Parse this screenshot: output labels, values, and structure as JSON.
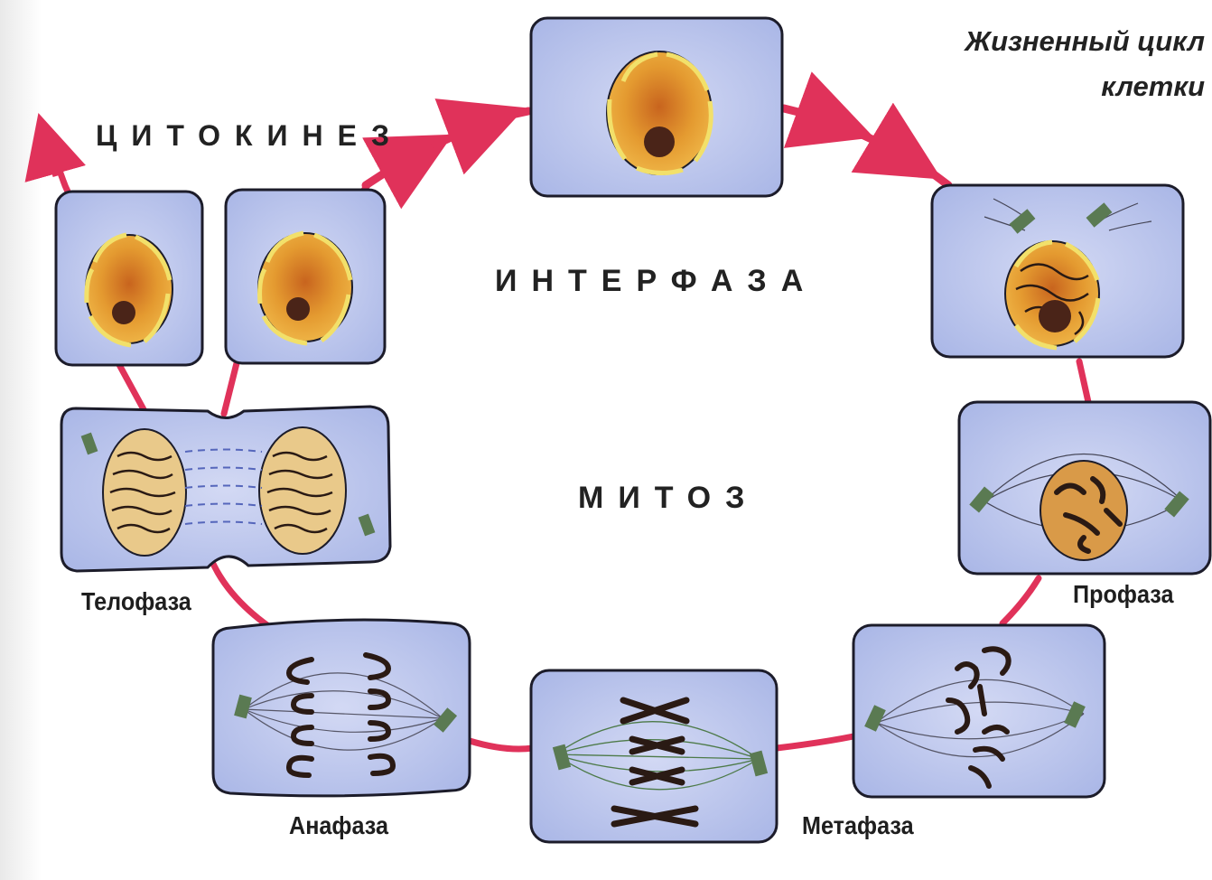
{
  "title": {
    "line1": "Жизненный цикл",
    "line2": "клетки"
  },
  "stages": {
    "cytokinesis": "ЦИТОКИНЕЗ",
    "interphase": "ИНТЕРФАЗА",
    "mitosis": "МИТОЗ"
  },
  "phases": {
    "telophase": "Телофаза",
    "anaphase": "Анафаза",
    "metaphase": "Метафаза",
    "prophase": "Профаза"
  },
  "colors": {
    "arrow": "#e0325a",
    "cell_fill": "#bfc9ee",
    "cell_stroke": "#1c1c2a",
    "nucleus_fill": "#e39a2c",
    "nucleus_core": "#c6621c",
    "nucleolus": "#4a2418",
    "envelope": "#f2e06a",
    "centriole": "#5a7a52",
    "chromosome": "#2a1a14"
  }
}
